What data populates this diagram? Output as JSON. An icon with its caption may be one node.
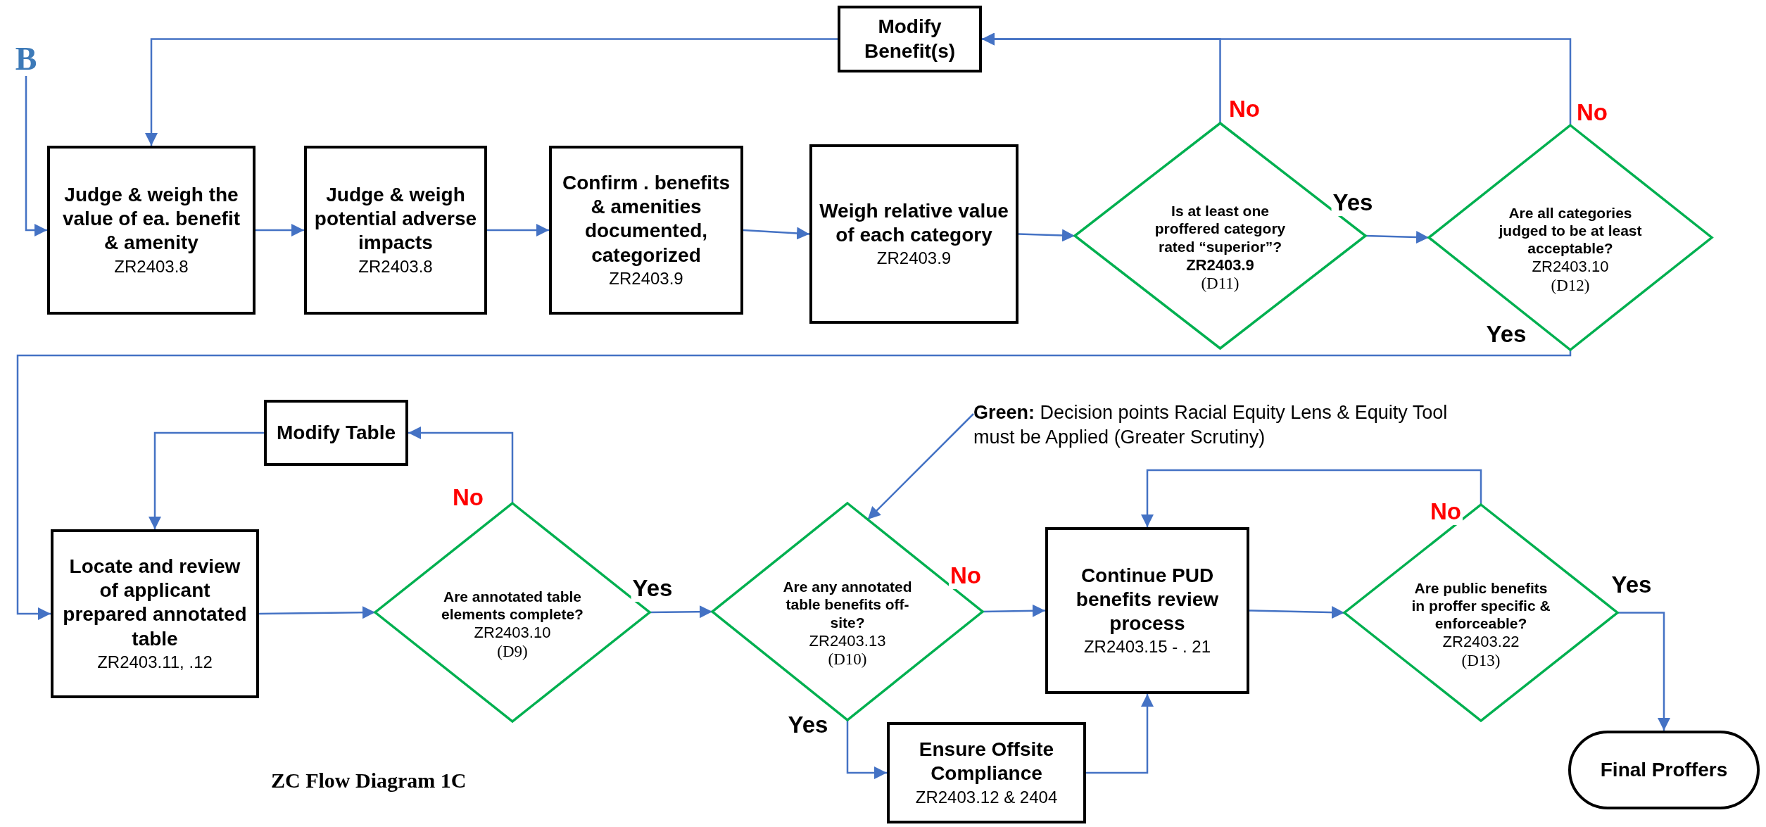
{
  "diagram": {
    "caption": "ZC Flow Diagram 1C",
    "nodes": [
      {
        "text": [
          "B"
        ]
      },
      {
        "text": [
          "Modify Benefit(s)"
        ]
      },
      {
        "text": [
          "Judge & weigh the value of ea. benefit & amenity",
          "ZR2403.8"
        ]
      },
      {
        "text": [
          "Judge & weigh potential adverse impacts",
          "ZR2403.8"
        ]
      },
      {
        "text": [
          "Confirm . benefits & amenities documented, categorized",
          "ZR2403.9"
        ]
      },
      {
        "text": [
          "Weigh relative value of each category",
          "ZR2403.9"
        ]
      },
      {
        "text": [
          "Is at least one proffered category rated “superior”?",
          "ZR2403.9",
          "(D11)"
        ]
      },
      {
        "text": [
          "Are all categories judged to be at least acceptable?",
          "ZR2403.10",
          "(D12)"
        ]
      },
      {
        "text": [
          "Modify Table"
        ]
      },
      {
        "text": [
          "Locate and review of applicant prepared annotated table",
          "ZR2403.11, .12"
        ]
      },
      {
        "text": [
          "Are annotated table elements complete?",
          "ZR2403.10",
          "(D9)"
        ]
      },
      {
        "text": [
          "Are any annotated table benefits off-site?",
          "ZR2403.13",
          "(D10)"
        ]
      },
      {
        "text": [
          "Continue PUD benefits review process",
          "ZR2403.15 - . 21"
        ]
      },
      {
        "text": [
          "Ensure Offsite Compliance",
          "ZR2403.12 & 2404"
        ]
      },
      {
        "text": [
          "Are public benefits in proffer specific & enforceable?",
          "ZR2403.22",
          "(D13)"
        ]
      },
      {
        "text": [
          "Final Proffers"
        ]
      },
      {
        "text": [
          "**Green:** Decision points Racial Equity Lens & Equity Tool must be Applied (Greater Scrutiny)"
        ]
      }
    ],
    "edges": [
      {
        "from": 0,
        "to": 2,
        "arrow": "to"
      },
      {
        "from": 1,
        "to": 2,
        "arrow": "to"
      },
      {
        "from": 2,
        "to": 3,
        "arrow": "to"
      },
      {
        "from": 3,
        "to": 4,
        "arrow": "to"
      },
      {
        "from": 4,
        "to": 5,
        "arrow": "to"
      },
      {
        "from": 5,
        "to": 6,
        "arrow": "to"
      },
      {
        "from": 6,
        "to": 7,
        "arrow": "to",
        "label": "Yes"
      },
      {
        "from": 6,
        "to": 1,
        "arrow": "to",
        "label": "No"
      },
      {
        "from": 7,
        "to": 1,
        "arrow": "to",
        "label": "No"
      },
      {
        "from": 7,
        "to": 9,
        "arrow": "to",
        "label": "Yes"
      },
      {
        "from": 9,
        "to": 10,
        "arrow": "to"
      },
      {
        "from": 10,
        "to": 8,
        "arrow": "to",
        "label": "No"
      },
      {
        "from": 8,
        "to": 9,
        "arrow": "to"
      },
      {
        "from": 10,
        "to": 11,
        "arrow": "to",
        "label": "Yes"
      },
      {
        "from": 11,
        "to": 12,
        "arrow": "to",
        "label": "No"
      },
      {
        "from": 11,
        "to": 13,
        "arrow": "to",
        "label": "Yes"
      },
      {
        "from": 13,
        "to": 12,
        "arrow": "to"
      },
      {
        "from": 12,
        "to": 14,
        "arrow": "to"
      },
      {
        "from": 14,
        "to": 12,
        "arrow": "to",
        "label": "No"
      },
      {
        "from": 14,
        "to": 15,
        "arrow": "to",
        "label": "Yes"
      },
      {
        "from": 16,
        "to": 11,
        "arrow": "to"
      }
    ]
  }
}
